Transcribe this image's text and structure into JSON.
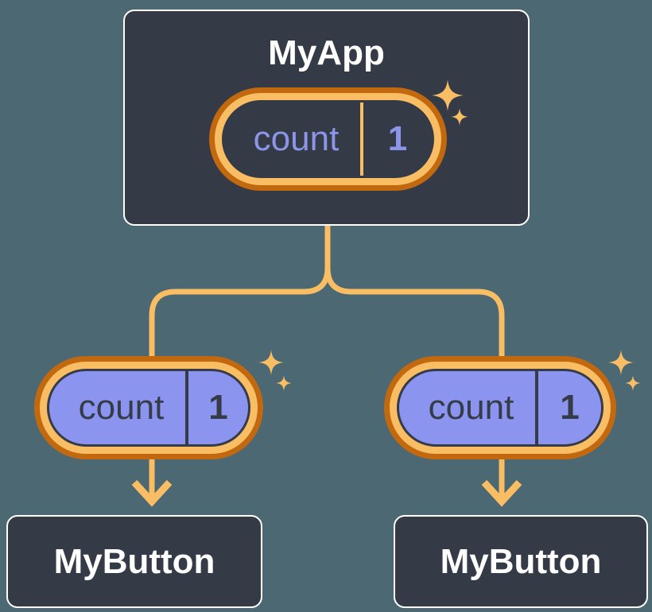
{
  "colors": {
    "background": "#4C6872",
    "card_fill": "#343A46",
    "card_border": "#FFFFFF",
    "card_text": "#FFFFFF",
    "highlight_ring_outer": "#C2680F",
    "highlight_ring_inner": "#F9BD64",
    "connector": "#F9BD64",
    "state_pill_fill": "#343A46",
    "state_pill_text": "#8C95E8",
    "prop_pill_fill": "#8B94EE",
    "prop_pill_text": "#353B47",
    "sparkle": "#F9BD64"
  },
  "icons": {
    "sparkle": "✦ four-pointed star (state-updated highlight)"
  },
  "tree": {
    "parent": {
      "label": "MyApp",
      "state": {
        "name": "count",
        "value": "1"
      }
    },
    "children": [
      {
        "label": "MyButton",
        "prop": {
          "name": "count",
          "value": "1"
        }
      },
      {
        "label": "MyButton",
        "prop": {
          "name": "count",
          "value": "1"
        }
      }
    ]
  }
}
